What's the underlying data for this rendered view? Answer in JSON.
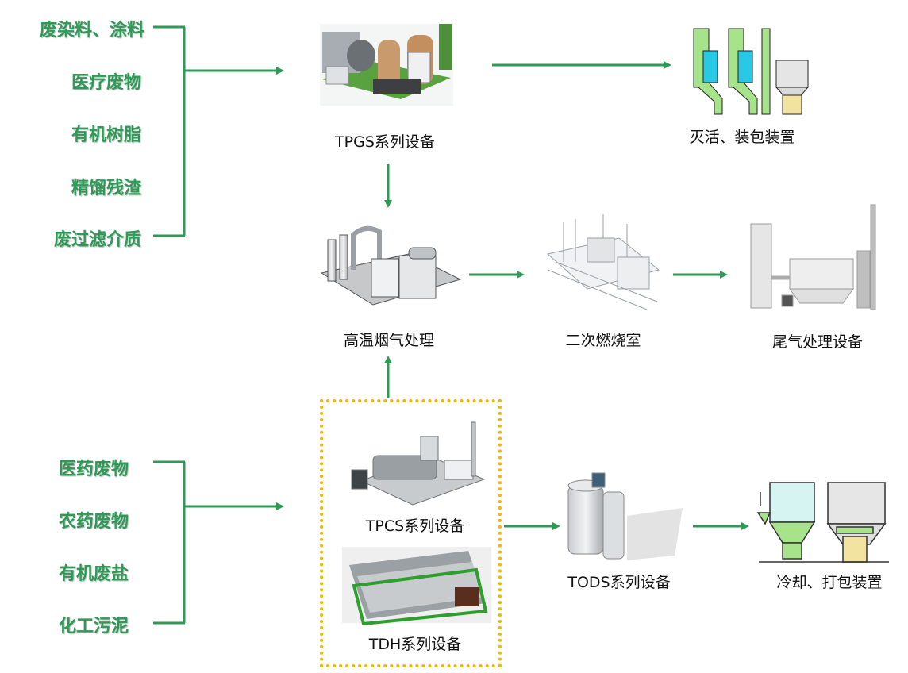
{
  "group_top": {
    "inputs": [
      "废染料、涂料",
      "医疗废物",
      "有机树脂",
      "精馏残渣",
      "废过滤介质"
    ]
  },
  "group_bottom": {
    "inputs": [
      "医药废物",
      "农药废物",
      "有机废盐",
      "化工污泥"
    ]
  },
  "nodes": {
    "tpgs": "TPGS系列设备",
    "inactivation": "灭活、装包装置",
    "flue_gas": "高温烟气处理",
    "secondary_chamber": "二次燃烧室",
    "tail_gas": "尾气处理设备",
    "tpcs": "TPCS系列设备",
    "tdh": "TDH系列设备",
    "tods": "TODS系列设备",
    "cooling": "冷却、打包装置"
  },
  "colors": {
    "arrow": "#2f9a57",
    "input_text": "#2f9a57",
    "highlight_box": "#f2b500"
  }
}
